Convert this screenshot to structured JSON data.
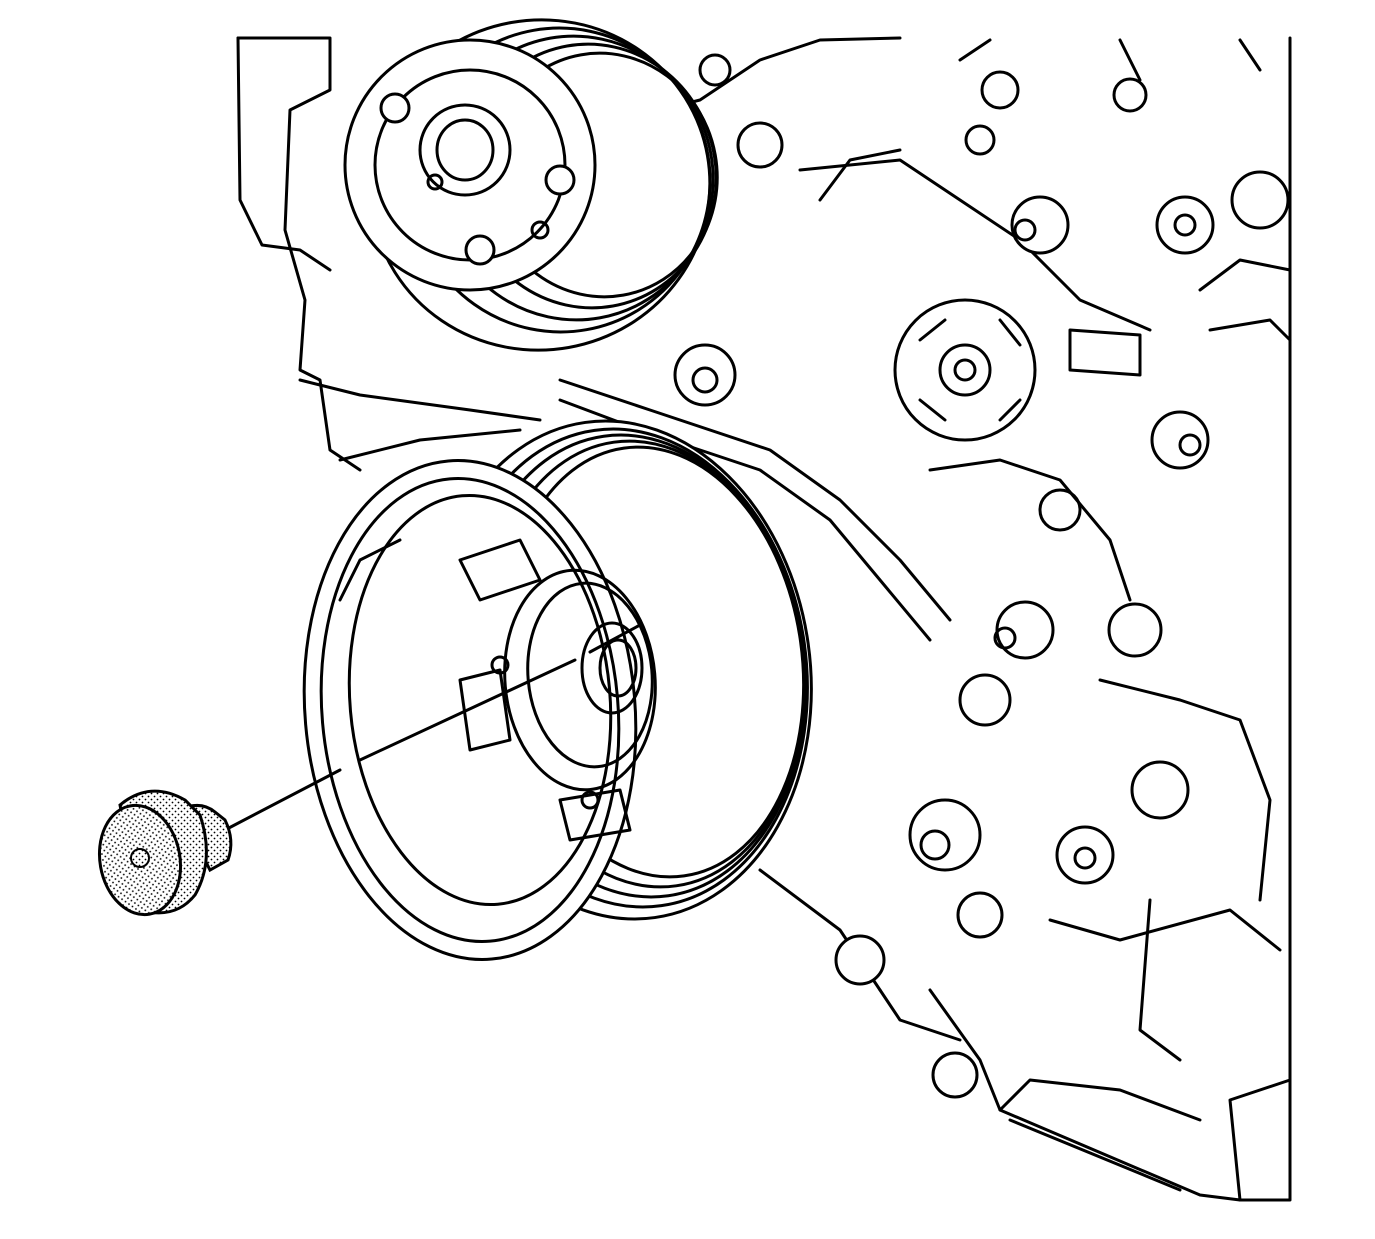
{
  "figure": {
    "kind": "technical-line-illustration",
    "colors": {
      "line": "#000000",
      "background": "#ffffff",
      "stipple": "#000000"
    },
    "parts": [
      {
        "name": "crankshaft-balancer-pulley"
      },
      {
        "name": "water-pump-pulley"
      },
      {
        "name": "engine-front-cover"
      },
      {
        "name": "tensioner-bracket"
      },
      {
        "name": "plug-hole-cover"
      }
    ],
    "leader": {
      "style": "dashed",
      "from": "plug-hole-cover",
      "to": "crankshaft-balancer-pulley"
    }
  }
}
